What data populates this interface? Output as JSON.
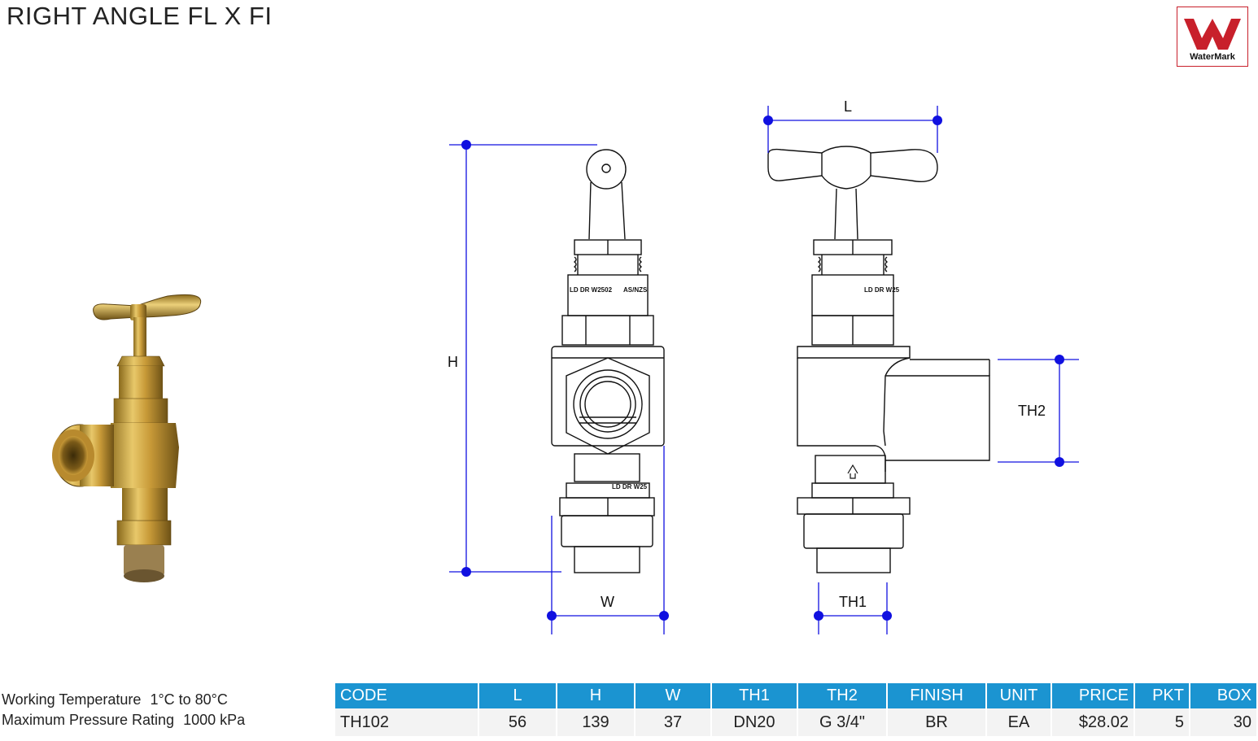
{
  "header": {
    "title": "RIGHT ANGLE FL X FI"
  },
  "logo": {
    "text": "WaterMark",
    "color": "#c8202b"
  },
  "drawing": {
    "labels": {
      "L": "L",
      "H": "H",
      "W": "W",
      "TH1": "TH1",
      "TH2": "TH2"
    },
    "markings": {
      "front": "LD DR W2502",
      "front_mid": "AS/NZS",
      "side": "LD DR W25",
      "lower": "LD DR W25"
    },
    "dim_color": "#1010e0"
  },
  "specs": {
    "working_temperature_label": "Working Temperature",
    "working_temperature_value": "1°C to 80°C",
    "max_pressure_label": "Maximum Pressure Rating",
    "max_pressure_value": "1000 kPa"
  },
  "table": {
    "header_color": "#1b94d1",
    "columns": [
      "CODE",
      "L",
      "H",
      "W",
      "TH1",
      "TH2",
      "FINISH",
      "UNIT",
      "PRICE",
      "PKT",
      "BOX"
    ],
    "rows": [
      [
        "TH102",
        "56",
        "139",
        "37",
        "DN20",
        "G 3/4\"",
        "BR",
        "EA",
        "$28.02",
        "5",
        "30"
      ]
    ]
  }
}
